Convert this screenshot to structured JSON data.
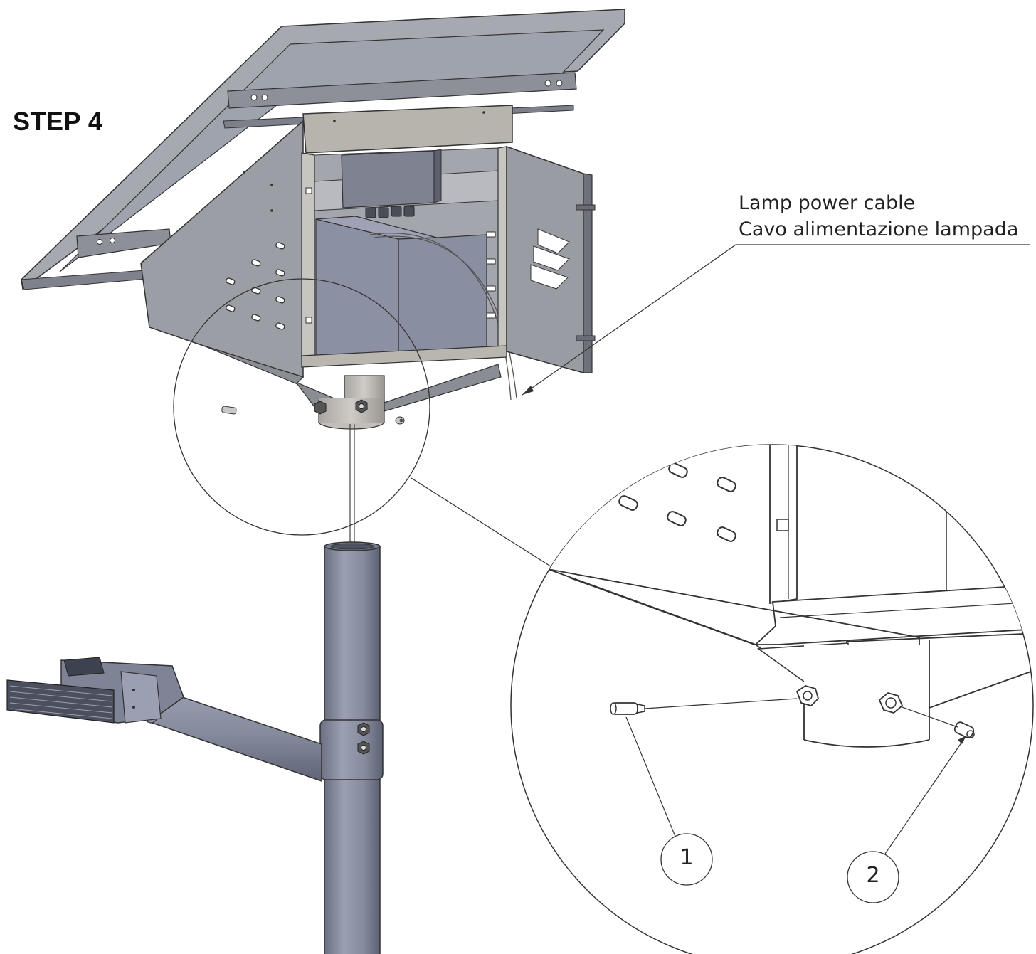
{
  "step_title": "STEP 4",
  "callout": {
    "line_en": "Lamp power cable",
    "line_it": "Cavo alimentazione lampada"
  },
  "badges": [
    "1",
    "2"
  ],
  "colors": {
    "line": "#333333",
    "panel_frame": "#a7a9b1",
    "panel_glass": "#9ea3ae",
    "enclosure": "#9c9ea6",
    "enclosure_dark": "#7d7f88",
    "battery": "#8c90a3",
    "pole": "#888ea1",
    "pole_shade": "#5e6476"
  }
}
